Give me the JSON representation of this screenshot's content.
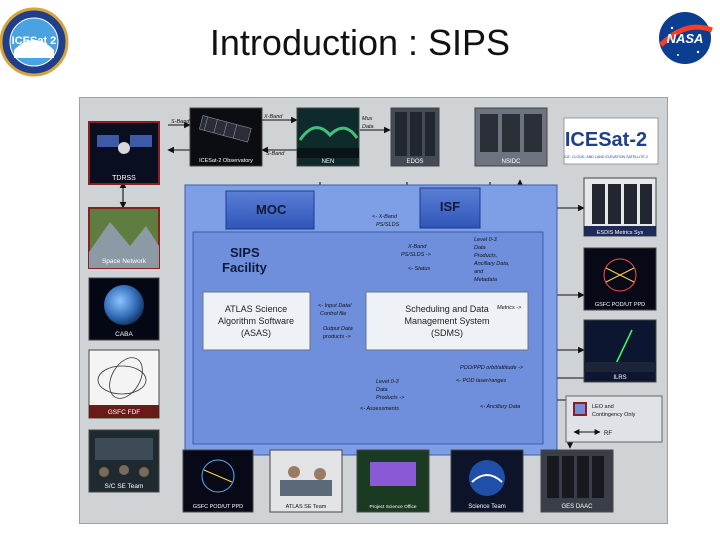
{
  "slide": {
    "title": "Introduction : SIPS"
  },
  "logos": {
    "icesat_badge": "ICESat 2",
    "nasa": "NASA"
  },
  "tiles": {
    "tdrss": "TDRSS",
    "observatory": "ICESat-2 Observatory",
    "nen": "NEN",
    "edos": "EDOS",
    "nsidc": "NSIDC",
    "space_network": "Space Network",
    "caba": "CABA",
    "gsfc_fdf": "GSFC FDF",
    "sc_se_team": "S/C SE Team",
    "gsfc_pod_ut_ppd_right": "GSFC POD/UT PPD",
    "ilrs": "ILRS",
    "esdis": "ESDIS Metrics Sys",
    "gsfc_pod_ut_ppd_bottom": "GSFC POD/UT PPD",
    "atlas_se_team": "ATLAS SE Team",
    "project_science_office": "Project Science Office",
    "science_team": "Science Team",
    "ges_daac": "GES DAAC"
  },
  "banner": {
    "title": "ICESat-2",
    "subtitle": "ICE, CLOUD, AND LAND ELEVATION SATELLITE-2"
  },
  "boxes": {
    "moc": "MOC",
    "isf": "ISF",
    "sips_line1": "SIPS",
    "sips_line2": "Facility",
    "asas_line1": "ATLAS Science",
    "asas_line2": "Algorithm Software",
    "asas_line3": "(ASAS)",
    "sdms_line1": "Scheduling and Data",
    "sdms_line2": "Management System",
    "sdms_line3": "(SDMS)"
  },
  "labels": {
    "s_band_top": "S-Band",
    "s_band_bottom": "S-Band",
    "x_band_top": "X-Band",
    "mux_data_1": "Mux",
    "mux_data_2": "Data",
    "xband_pslds_1": "<- X-Band",
    "xband_pslds_2": "PS/SLDS",
    "xband_pslds_arrow_1": "X-Band",
    "xband_pslds_arrow_2": "PS/SLDS ->",
    "status": "<- Status",
    "level03_1": "Level 0-3",
    "level03_2": "Data",
    "level03_3": "Products,",
    "level03_4": "Ancillary Data,",
    "level03_5": "and",
    "level03_6": "Metadata",
    "metrics": "Metrics ->",
    "input_data_1": "<- Input Data/",
    "input_data_2": "Control file",
    "output_data_1": "Output Data",
    "output_data_2": "products ->",
    "pod_ppd_orbit": "POD/PPD orbit/attitude ->",
    "pod_laser_1": "<- POD laser/ranges",
    "level03_lower_1": "Level 0-3",
    "level03_lower_2": "Data",
    "level03_lower_3": "Products ->",
    "ancillary_data": "<- Ancillary Data",
    "assessments": "<- Assessments"
  },
  "legend": {
    "leo_1": "LEO and",
    "leo_2": "Contingency Only",
    "rf": "RF"
  }
}
